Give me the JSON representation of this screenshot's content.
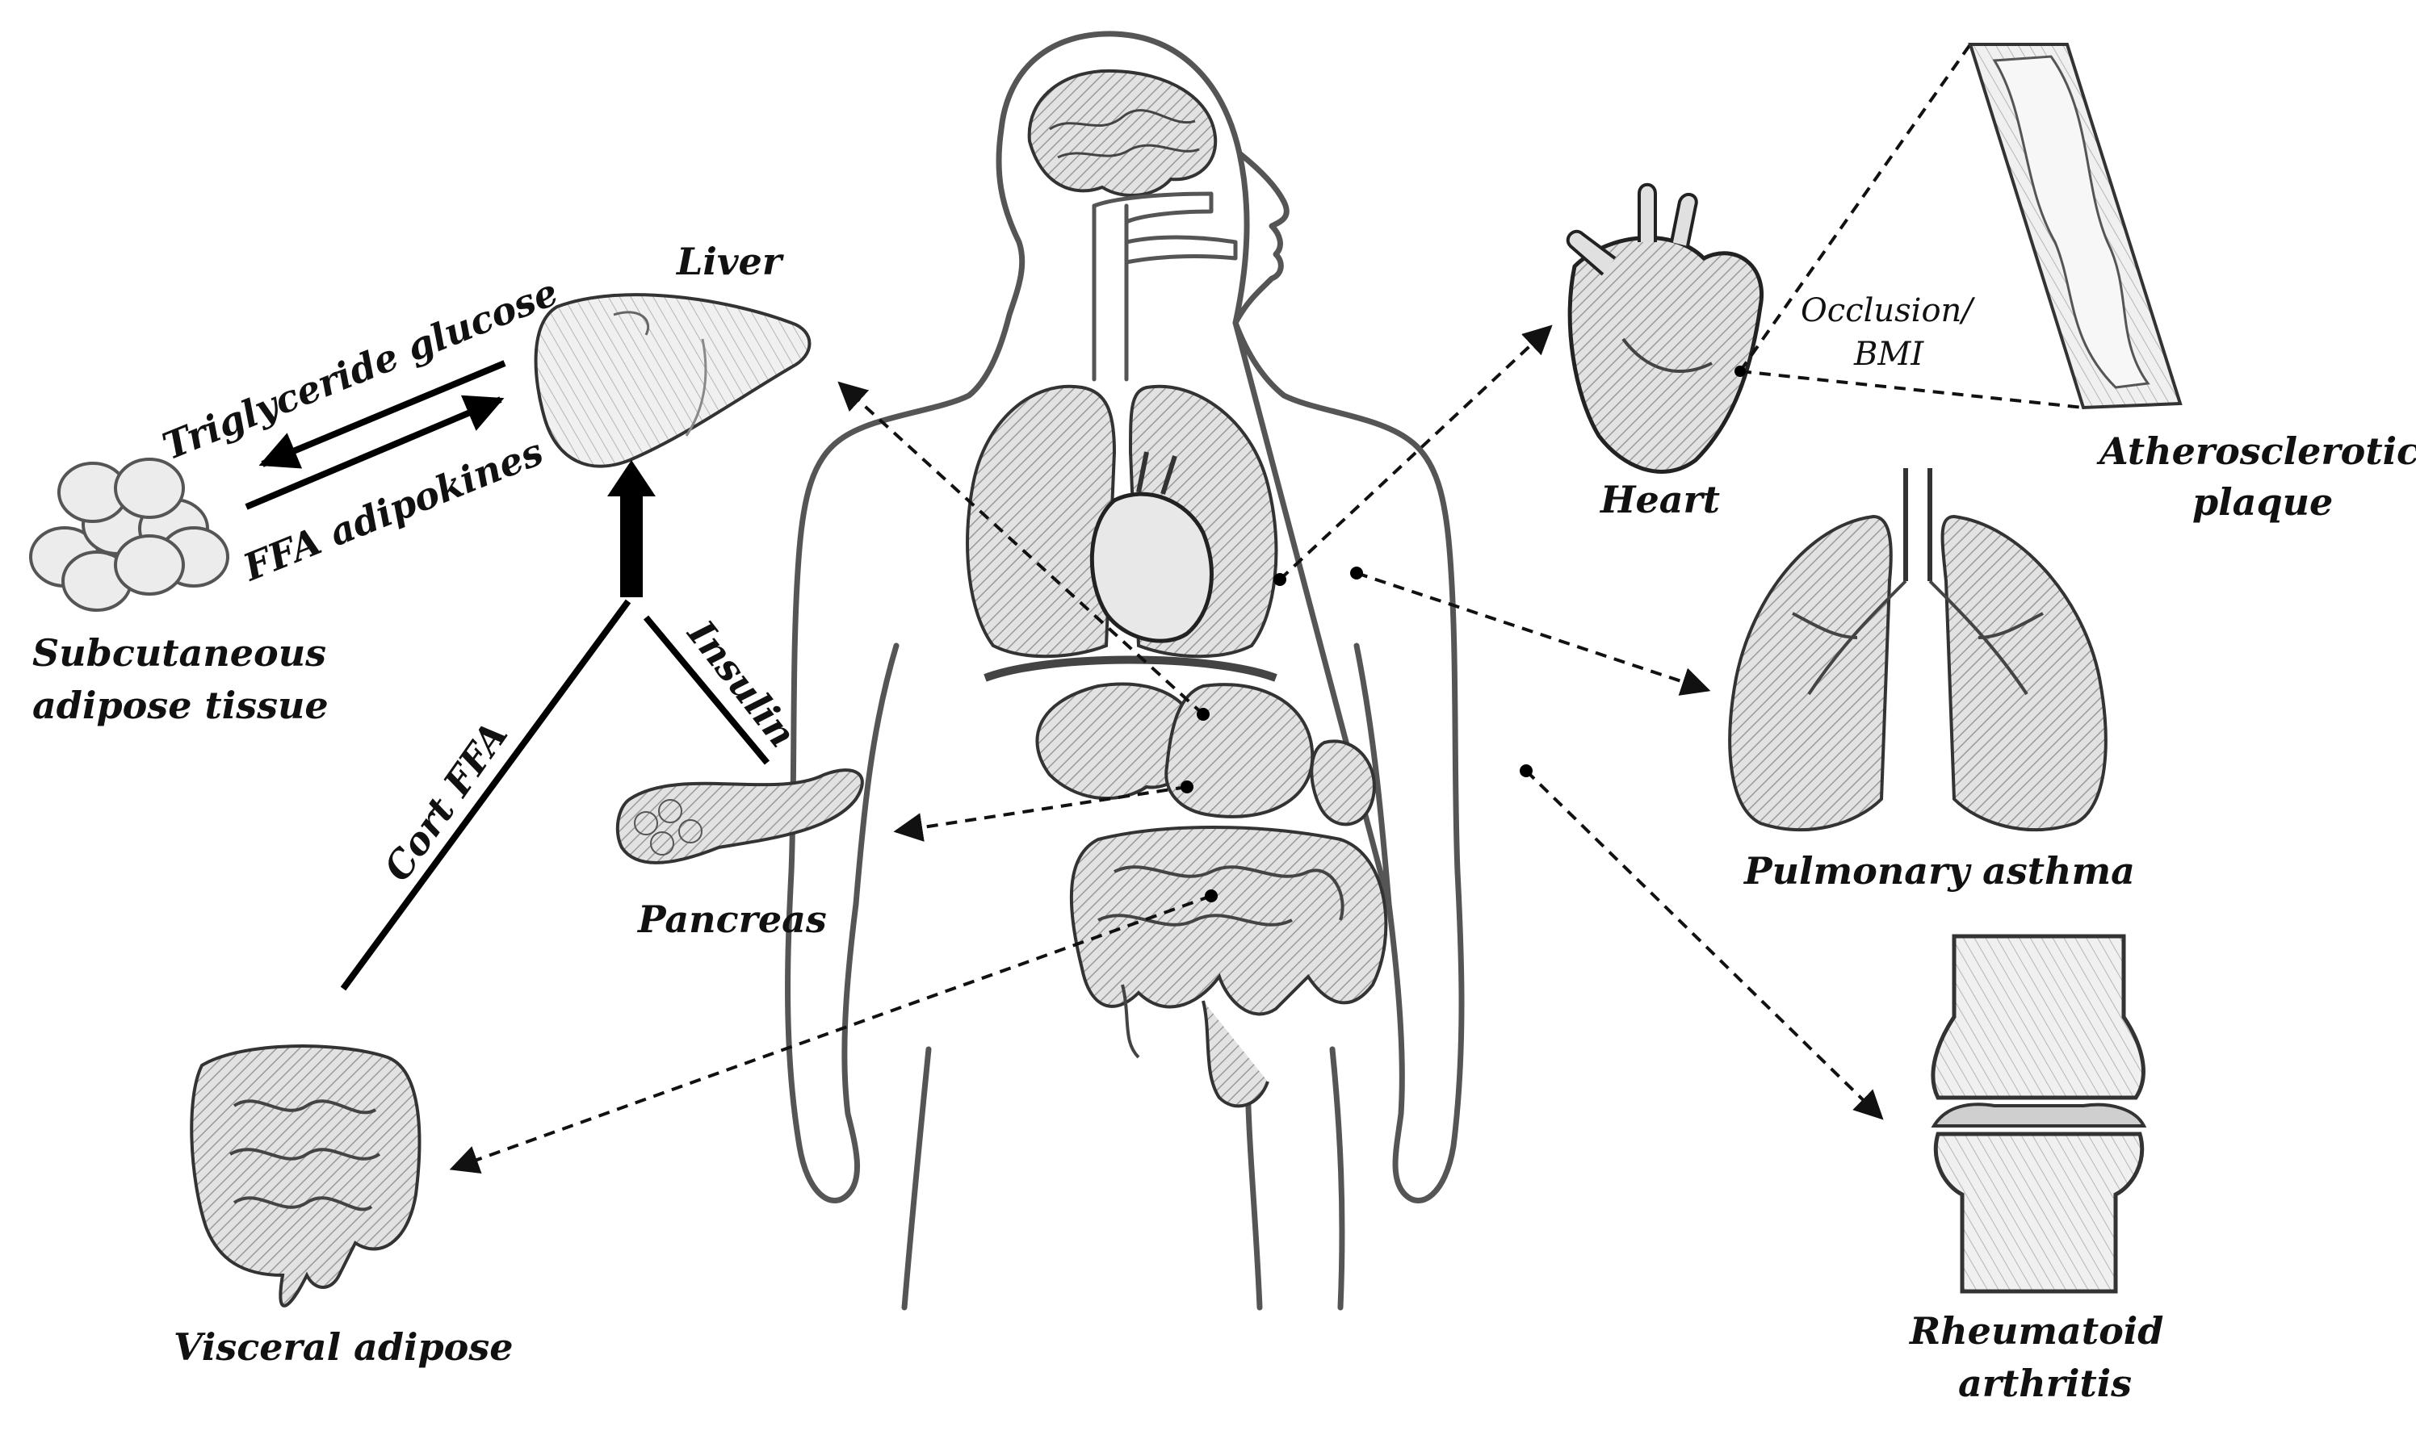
{
  "labels": {
    "liver": "Liver",
    "triglyceride_glucose": "Triglyceride glucose",
    "ffa_adipokines": "FFA adipokines",
    "subcutaneous_line1": "Subcutaneous",
    "subcutaneous_line2": "adipose tissue",
    "insulin": "Insulin",
    "cort_ffa": "Cort FFA",
    "pancreas": "Pancreas",
    "visceral_adipose": "Visceral adipose",
    "heart": "Heart",
    "occlusion_line1": "Occlusion/",
    "occlusion_line2": "BMI",
    "atherosclerotic_line1": "Atherosclerotic",
    "atherosclerotic_line2": "plaque",
    "pulmonary_asthma": "Pulmonary asthma",
    "rheumatoid_line1": "Rheumatoid",
    "rheumatoid_line2": "arthritis"
  },
  "icons": {
    "body": "human-body-silhouette-icon",
    "liver": "liver-icon",
    "adipose": "fat-cells-icon",
    "pancreas": "pancreas-icon",
    "intestines": "intestines-icon",
    "heart": "heart-icon",
    "artery": "artery-plaque-icon",
    "lungs": "lungs-icon",
    "joint": "knee-joint-icon"
  }
}
